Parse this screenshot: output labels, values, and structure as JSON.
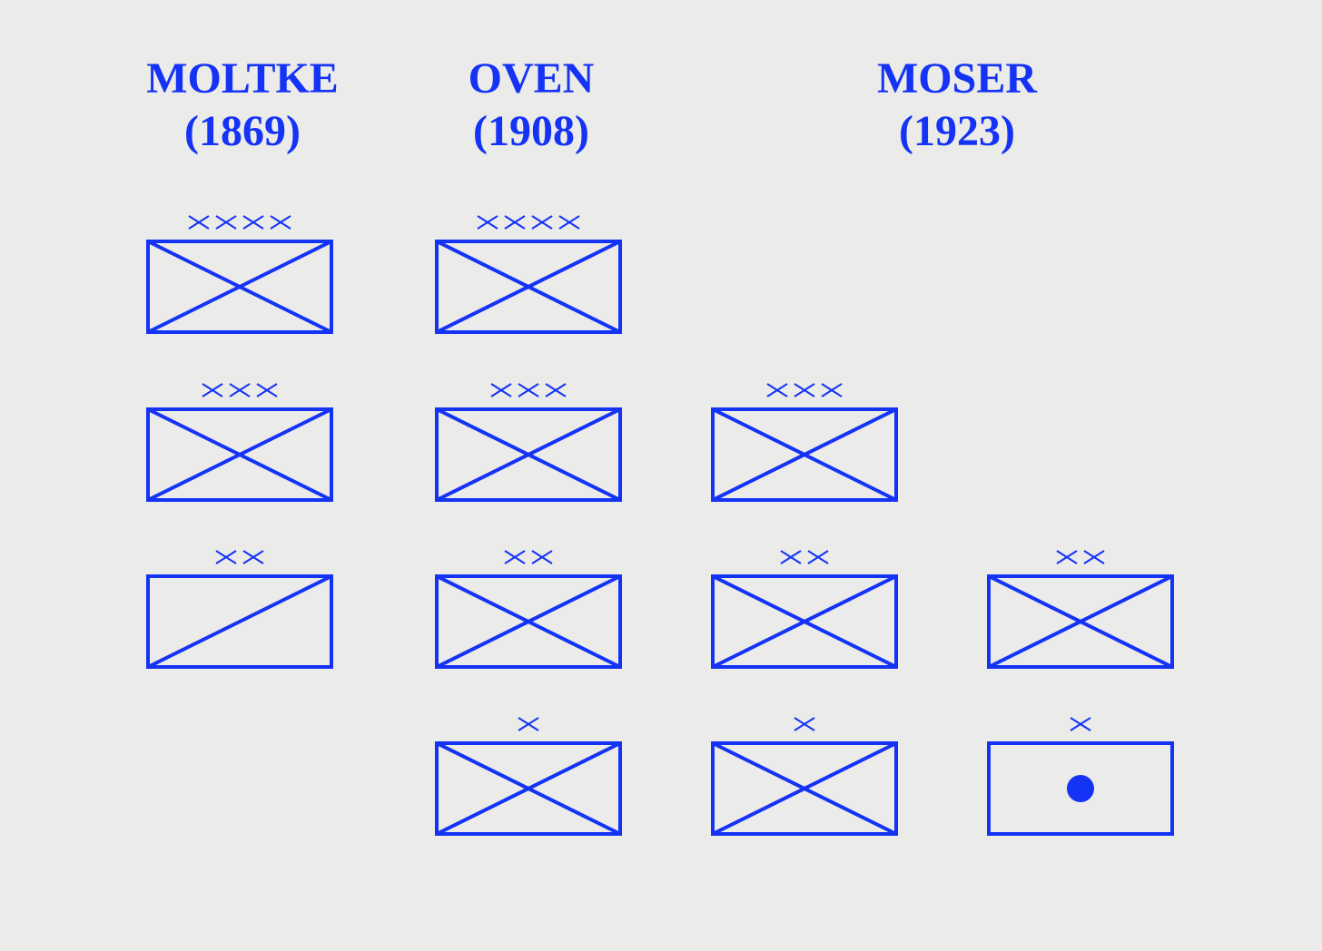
{
  "colors": {
    "symbol": "#1433f5",
    "background": "#ebebea"
  },
  "columns": [
    {
      "name": "MOLTKE",
      "year": "(1869)"
    },
    {
      "name": "OVEN",
      "year": "(1908)"
    },
    {
      "name": "MOSER",
      "year": "(1923)"
    }
  ],
  "symbols": [
    {
      "column": "MOLTKE",
      "echelon": 4,
      "marker": "cross"
    },
    {
      "column": "MOLTKE",
      "echelon": 3,
      "marker": "cross"
    },
    {
      "column": "MOLTKE",
      "echelon": 2,
      "marker": "single-diagonal"
    },
    {
      "column": "OVEN",
      "echelon": 4,
      "marker": "cross"
    },
    {
      "column": "OVEN",
      "echelon": 3,
      "marker": "cross"
    },
    {
      "column": "OVEN",
      "echelon": 2,
      "marker": "cross"
    },
    {
      "column": "OVEN",
      "echelon": 1,
      "marker": "cross"
    },
    {
      "column": "MOSER",
      "echelon": 3,
      "marker": "cross"
    },
    {
      "column": "MOSER",
      "echelon": 2,
      "marker": "cross"
    },
    {
      "column": "MOSER",
      "echelon": 1,
      "marker": "cross"
    },
    {
      "column": "MOSER",
      "echelon": 2,
      "marker": "cross"
    },
    {
      "column": "MOSER",
      "echelon": 1,
      "marker": "dot"
    }
  ]
}
